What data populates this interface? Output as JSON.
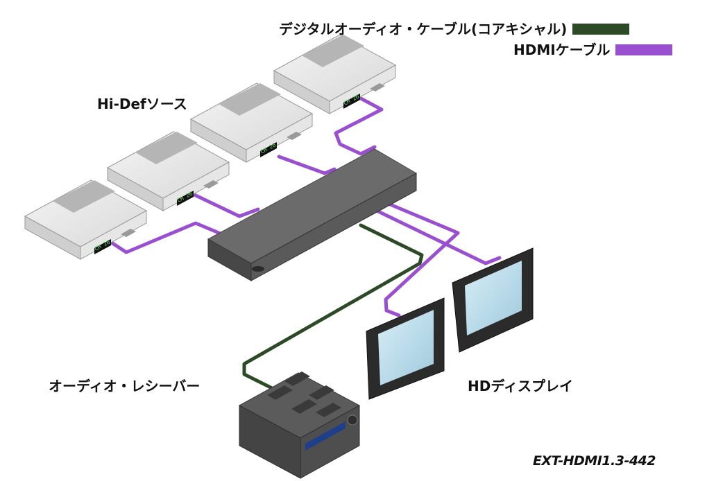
{
  "legend": {
    "digital_audio_label": "デジタルオーディオ・ケーブル(コアキシャル)",
    "hdmi_label": "HDMIケーブル",
    "digital_audio_color": "#2d4a26",
    "hdmi_color": "#9a4fd0"
  },
  "labels": {
    "sources": "Hi-Defソース",
    "receiver": "オーディオ・レシーバー",
    "displays": "HDディスプレイ",
    "model": "EXT-HDMI1.3-442"
  },
  "devices": {
    "source_display_readout": "CH 26"
  },
  "icons": {
    "source_box": "hd-source-box-icon",
    "switch": "hdmi-switch-icon",
    "receiver": "audio-receiver-icon",
    "display": "hd-display-icon"
  }
}
